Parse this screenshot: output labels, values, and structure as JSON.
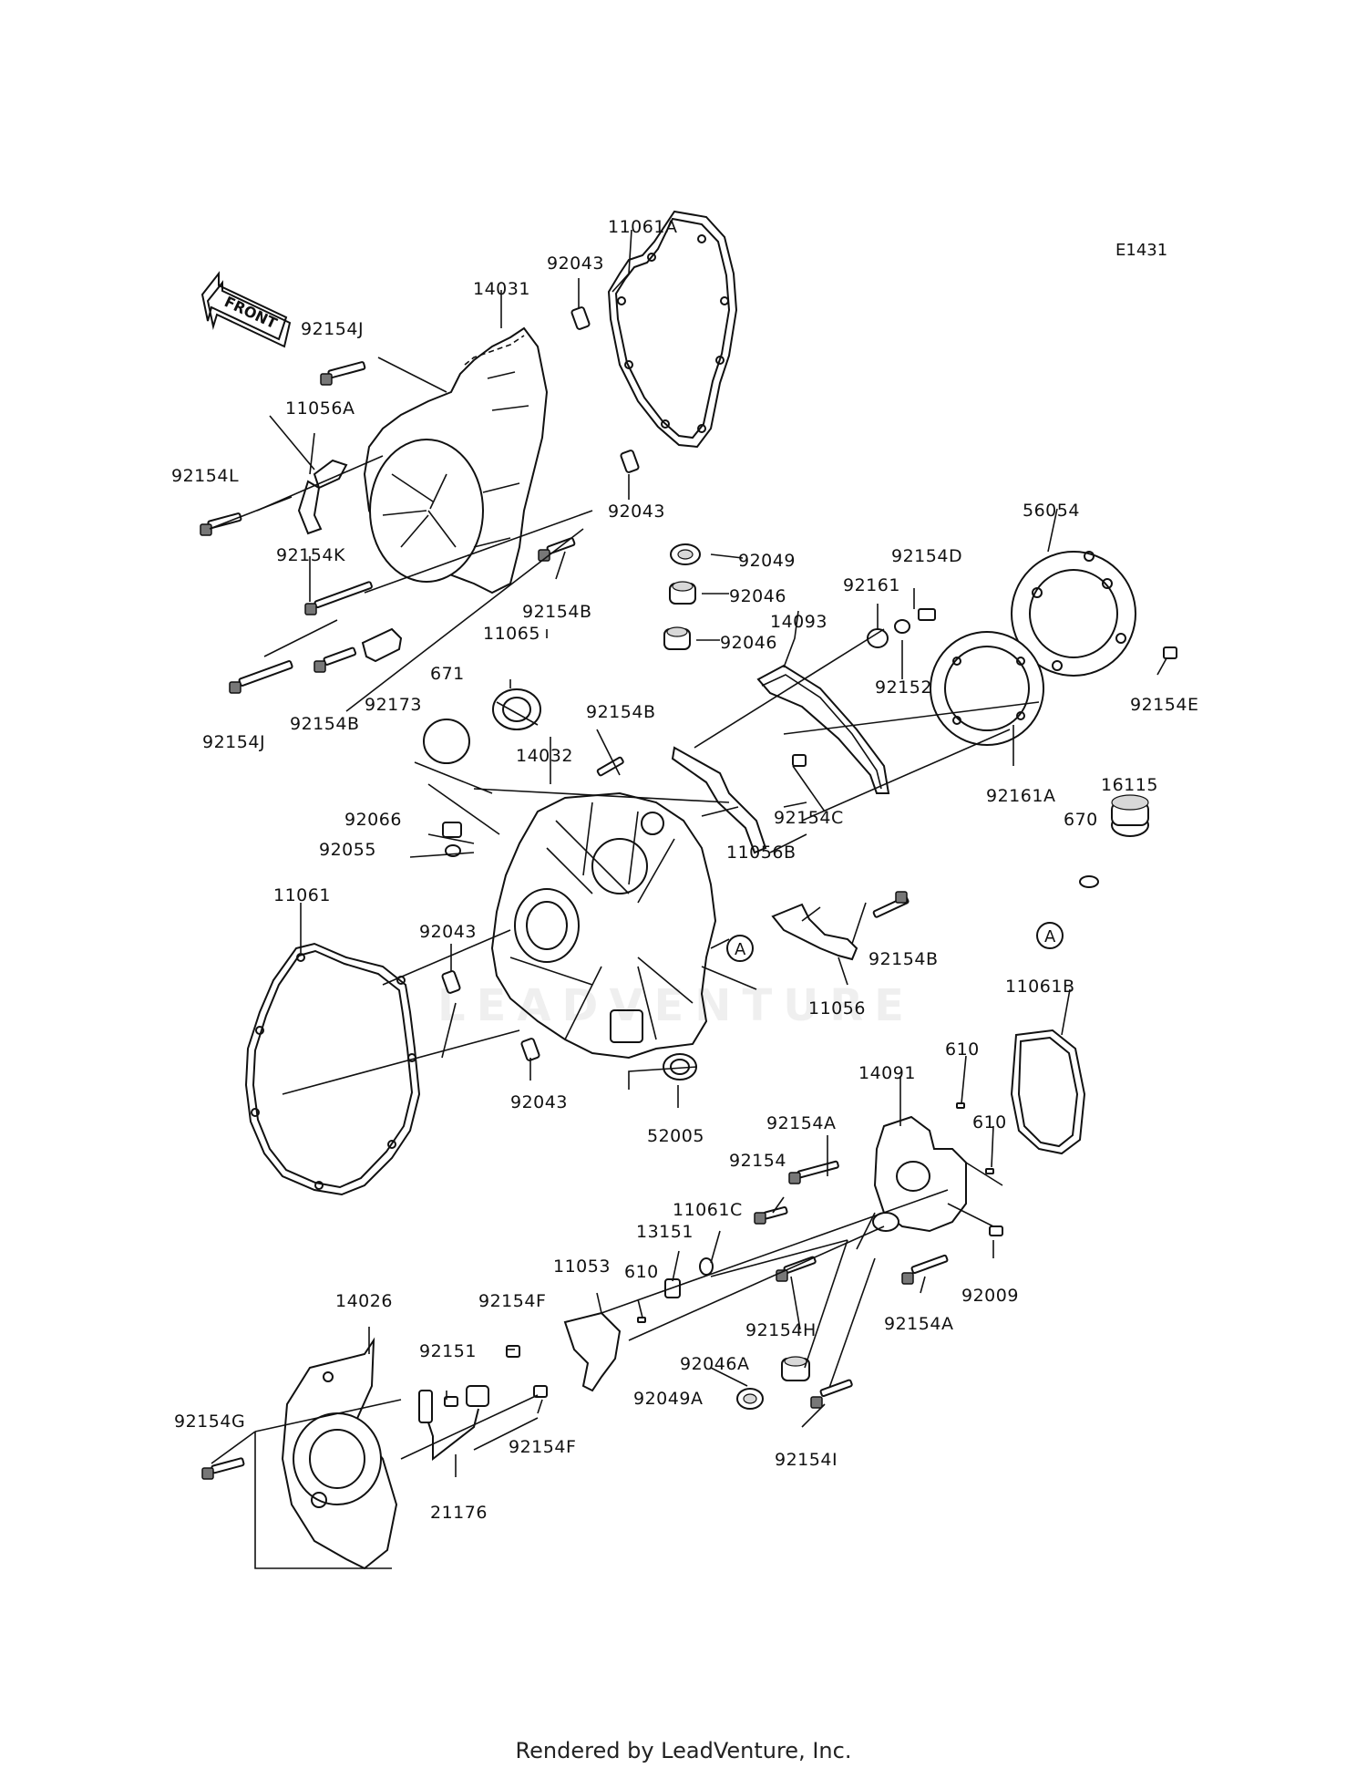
{
  "diagram_code": "E1431",
  "front_label": "FRONT",
  "callout_letter": "A",
  "watermark": "LEADVENTURE",
  "footer": "Rendered by LeadVenture, Inc.",
  "parts": [
    {
      "id": "p0",
      "text": "11061A"
    },
    {
      "id": "p1",
      "text": "92043"
    },
    {
      "id": "p2",
      "text": "14031"
    },
    {
      "id": "p3",
      "text": "92154J"
    },
    {
      "id": "p4",
      "text": "11056A"
    },
    {
      "id": "p5",
      "text": "92154L"
    },
    {
      "id": "p6",
      "text": "92043"
    },
    {
      "id": "p7",
      "text": "92154K"
    },
    {
      "id": "p8",
      "text": "92154B"
    },
    {
      "id": "p9",
      "text": "92049"
    },
    {
      "id": "p10",
      "text": "92046"
    },
    {
      "id": "p11",
      "text": "92046"
    },
    {
      "id": "p12",
      "text": "92161"
    },
    {
      "id": "p13",
      "text": "92154D"
    },
    {
      "id": "p14",
      "text": "56054"
    },
    {
      "id": "p15",
      "text": "14093"
    },
    {
      "id": "p16",
      "text": "11065"
    },
    {
      "id": "p17",
      "text": "671"
    },
    {
      "id": "p18",
      "text": "92154J"
    },
    {
      "id": "p19",
      "text": "92154B"
    },
    {
      "id": "p20",
      "text": "92173"
    },
    {
      "id": "p21",
      "text": "92152"
    },
    {
      "id": "p22",
      "text": "92154E"
    },
    {
      "id": "p23",
      "text": "92154B"
    },
    {
      "id": "p24",
      "text": "14032"
    },
    {
      "id": "p25",
      "text": "92161A"
    },
    {
      "id": "p26",
      "text": "16115"
    },
    {
      "id": "p27",
      "text": "92066"
    },
    {
      "id": "p28",
      "text": "92055"
    },
    {
      "id": "p29",
      "text": "92154C"
    },
    {
      "id": "p30",
      "text": "670"
    },
    {
      "id": "p31",
      "text": "11056B"
    },
    {
      "id": "p32",
      "text": "11061"
    },
    {
      "id": "p33",
      "text": "92043"
    },
    {
      "id": "p34",
      "text": "92154B"
    },
    {
      "id": "p35",
      "text": "11056"
    },
    {
      "id": "p36",
      "text": "11061B"
    },
    {
      "id": "p37",
      "text": "92043"
    },
    {
      "id": "p38",
      "text": "52005"
    },
    {
      "id": "p39",
      "text": "610"
    },
    {
      "id": "p40",
      "text": "14091"
    },
    {
      "id": "p41",
      "text": "92154A"
    },
    {
      "id": "p42",
      "text": "610"
    },
    {
      "id": "p43",
      "text": "92154"
    },
    {
      "id": "p44",
      "text": "11061C"
    },
    {
      "id": "p45",
      "text": "13151"
    },
    {
      "id": "p46",
      "text": "11053"
    },
    {
      "id": "p47",
      "text": "610"
    },
    {
      "id": "p48",
      "text": "92009"
    },
    {
      "id": "p49",
      "text": "14026"
    },
    {
      "id": "p50",
      "text": "92154F"
    },
    {
      "id": "p51",
      "text": "92154H"
    },
    {
      "id": "p52",
      "text": "92154A"
    },
    {
      "id": "p53",
      "text": "92151"
    },
    {
      "id": "p54",
      "text": "92046A"
    },
    {
      "id": "p55",
      "text": "92154G"
    },
    {
      "id": "p56",
      "text": "92049A"
    },
    {
      "id": "p57",
      "text": "92154F"
    },
    {
      "id": "p58",
      "text": "92154I"
    },
    {
      "id": "p59",
      "text": "21176"
    }
  ]
}
